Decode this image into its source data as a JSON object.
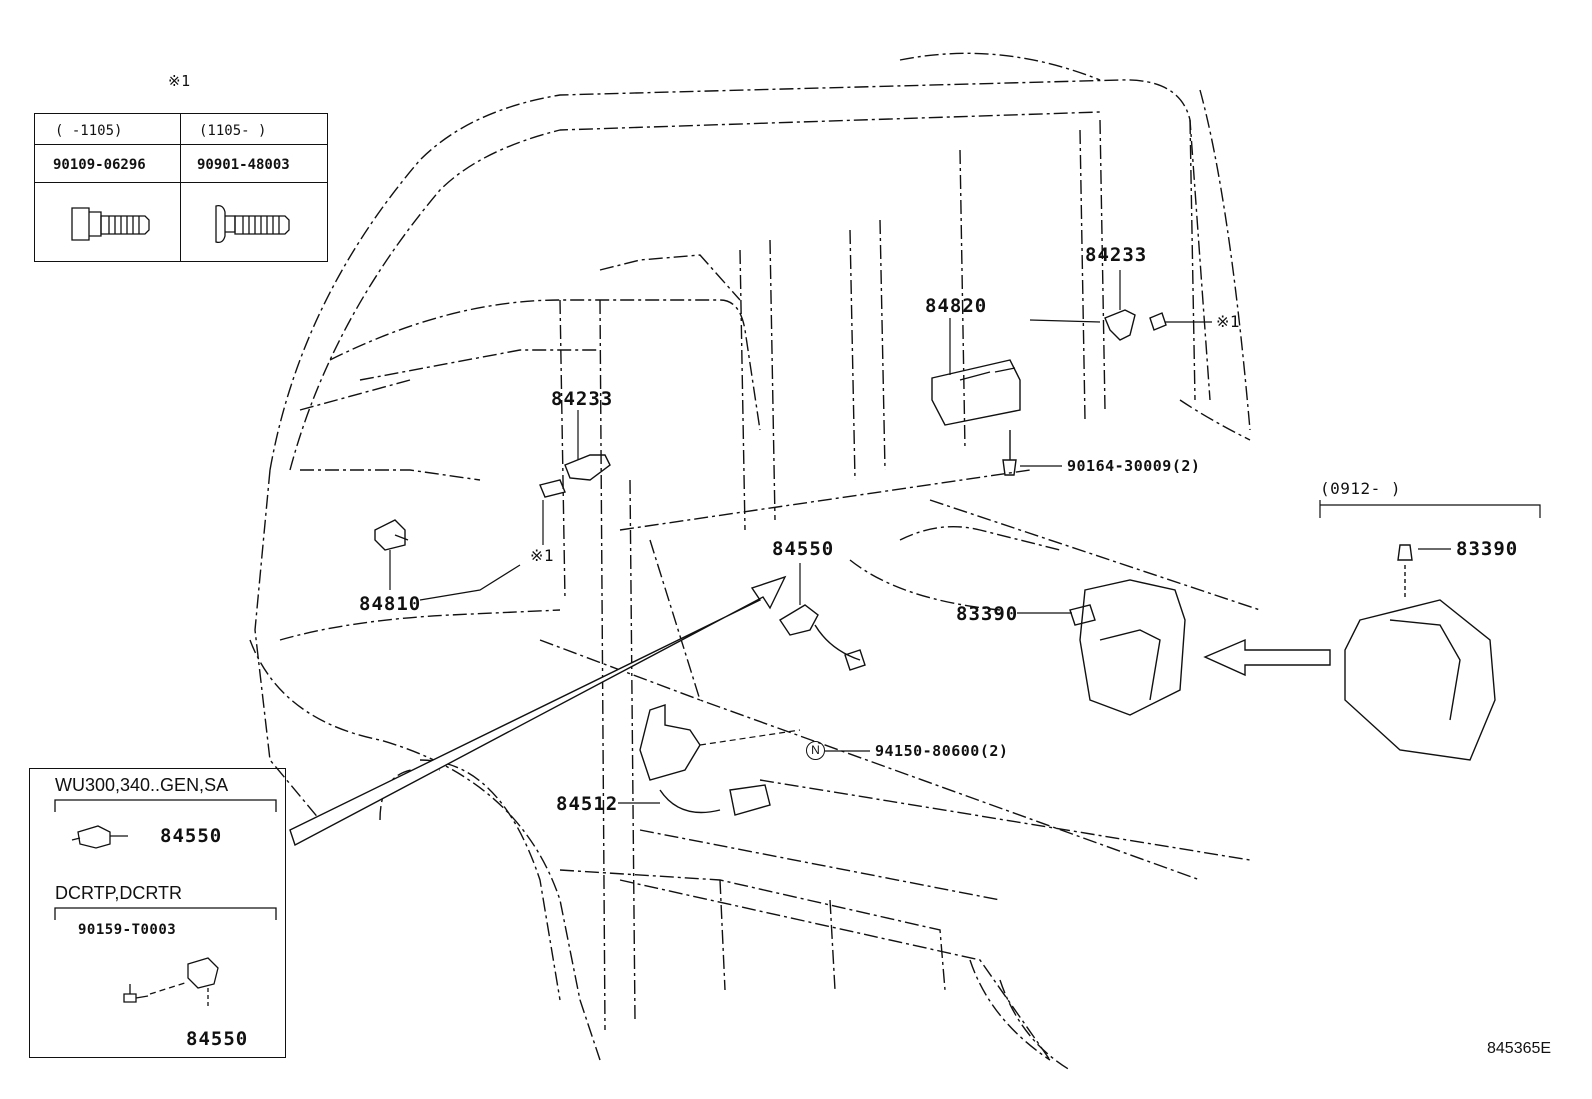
{
  "diagram_ref": "845365E",
  "bolt_table": {
    "mark": "※1",
    "col1_range": "(    -1105)",
    "col2_range": "(1105-    )",
    "col1_part": "90109-06296",
    "col2_part": "90901-48003"
  },
  "callouts": {
    "switch_84233_a": "84233",
    "switch_84233_b": "84233",
    "switch_84820": "84820",
    "switch_84810": "84810",
    "sensor_84550": "84550",
    "sensor_83390_a": "83390",
    "sensor_83390_b": "83390",
    "switch_84512": "84512",
    "screw_90164": "90164-30009(2)",
    "nut_94150": "94150-80600(2)",
    "mark_a": "※1",
    "mark_b": "※1",
    "nut_symbol": "N"
  },
  "variant_bracket": "(0912-      )",
  "inset": {
    "group1_title": "WU300,340..GEN,SA",
    "group1_part": "84550",
    "group2_title": "DCRTP,DCRTR",
    "group2_bolt": "90159-T0003",
    "group2_part": "84550"
  }
}
